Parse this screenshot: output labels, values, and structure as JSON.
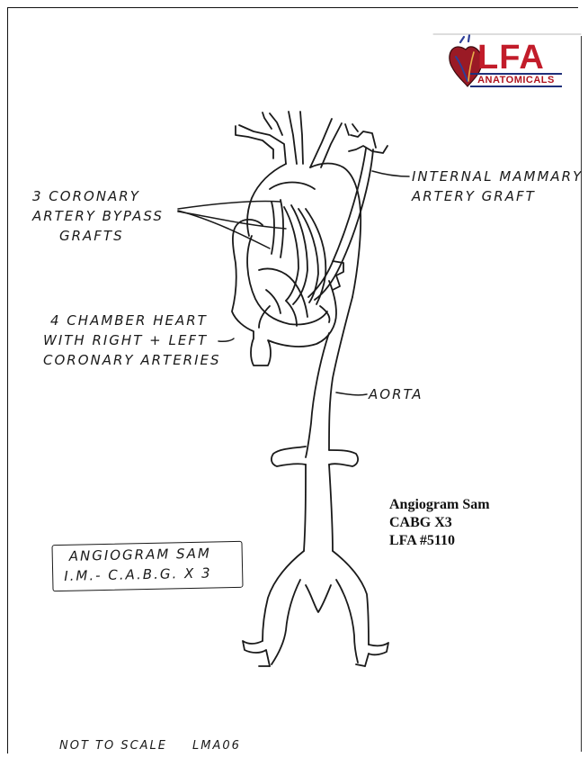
{
  "logo": {
    "brand": "LFA",
    "subtitle": "ANATOMICALS"
  },
  "labels": {
    "bypass": [
      "3 CORONARY",
      "ARTERY BYPASS",
      "GRAFTS"
    ],
    "mammary": [
      "INTERNAL MAMMARY",
      "ARTERY GRAFT"
    ],
    "heart": [
      "4 CHAMBER HEART",
      "WITH RIGHT + LEFT",
      "CORONARY ARTERIES"
    ],
    "aorta": "AORTA"
  },
  "product_box": {
    "line1": "ANGIOGRAM SAM",
    "line2": "I.M.- C.A.B.G. x 3"
  },
  "product_info": [
    "Angiogram Sam",
    "CABG X3",
    "LFA #5110"
  ],
  "footer": {
    "note": "NOT TO SCALE",
    "code": "LMA06"
  },
  "colors": {
    "ink": "#1a1a1a",
    "logo_red": "#c21c2a",
    "logo_blue": "#1f2f7a"
  }
}
